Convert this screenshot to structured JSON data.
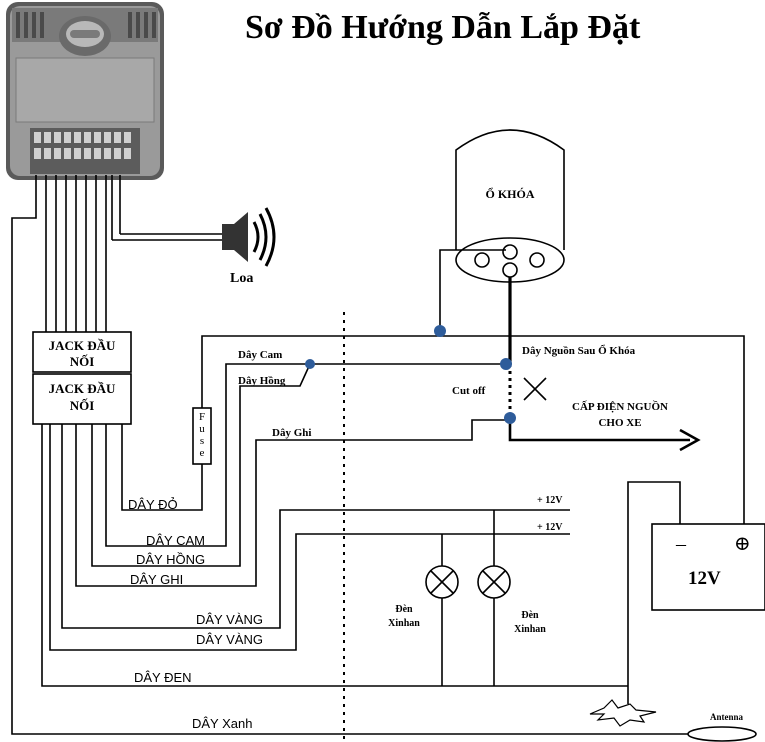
{
  "title": "Sơ Đồ Hướng Dẫn Lắp Đặt",
  "labels": {
    "speaker": "Loa",
    "ignition_lock": "Ổ KHÓA",
    "connector_upper": [
      "JACK ĐẦU",
      "NỐI"
    ],
    "connector_lower": [
      "JACK ĐẦU",
      "NỐI"
    ],
    "fuse": [
      "F",
      "u",
      "s",
      "e"
    ],
    "wire_orange_top": "Dây Cam",
    "wire_pink_top": "Dây Hồng",
    "wire_grey_top": "Dây Ghi",
    "power_after_lock": "Dây Nguồn Sau Ổ Khóa",
    "cut_off": "Cut off",
    "power_supply": [
      "CẤP ĐIỆN NGUỒN",
      "CHO XE"
    ],
    "plus12v_1": "+ 12V",
    "plus12v_2": "+ 12V",
    "battery_minus": "–",
    "battery_plus": "⊕",
    "battery": "12V",
    "lamp_left": [
      "Đèn",
      "Xinhan"
    ],
    "lamp_right": [
      "Đèn",
      "Xinhan"
    ],
    "antenna": "Antenna",
    "wire_red": "DÂY ĐỎ",
    "wire_orange": "DÂY CAM",
    "wire_pink": "DÂY HỒNG",
    "wire_grey": "DÂY GHI",
    "wire_yellow_1": "DÂY VÀNG",
    "wire_yellow_2": "DÂY VÀNG",
    "wire_black": "DÂY ĐEN",
    "wire_blue": "DÂY Xanh"
  },
  "colors": {
    "line": "#000000",
    "junction": "#2e5c9a",
    "device_body": "#8a8a8a"
  }
}
